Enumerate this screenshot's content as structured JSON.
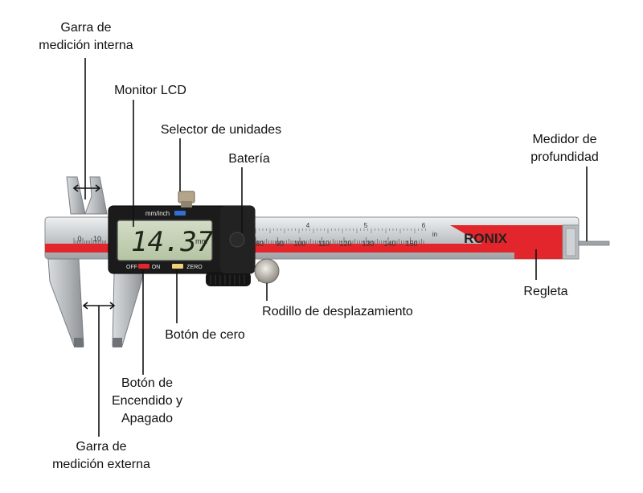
{
  "labels": {
    "internal_jaw": [
      "Garra de",
      "medición interna"
    ],
    "lcd_monitor": "Monitor LCD",
    "unit_selector": "Selector de unidades",
    "battery": "Batería",
    "depth_gauge": [
      "Medidor de",
      "profundidad"
    ],
    "rule": "Regleta",
    "thumb_roller": "Rodillo de desplazamiento",
    "zero_button": "Botón de cero",
    "power_button": [
      "Botón de",
      "Encendido y",
      "Apagado"
    ],
    "external_jaw": [
      "Garra de",
      "medición externa"
    ]
  },
  "device": {
    "brand": "RONIX",
    "display_value": "14.37",
    "display_unit": "mm",
    "unit_toggle_text": "mm/inch",
    "off_text": "OFF",
    "on_text": "ON",
    "zero_text": "ZERO",
    "inch_marker": "in",
    "mm_scale": [
      "0",
      "10",
      "80",
      "90",
      "100",
      "110",
      "120",
      "130",
      "140",
      "150"
    ],
    "inch_scale": [
      "4",
      "5",
      "6"
    ]
  },
  "colors": {
    "accent_red": "#e3262b",
    "steel": "#c9cdd0",
    "body_black": "#1b1b1b",
    "lcd_green": "#c6d3b8"
  }
}
